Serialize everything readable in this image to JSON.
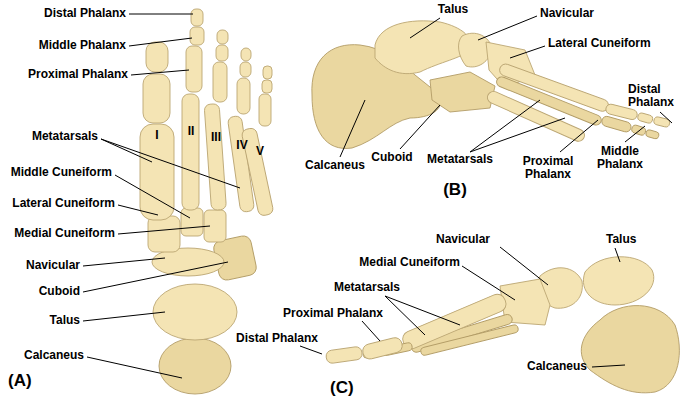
{
  "diagram": {
    "labels": [
      "Distal Phalanx",
      "Middle Phalanx",
      "Proximal Phalanx",
      "I",
      "II",
      "III",
      "IV",
      "V",
      "Metatarsals",
      "Middle Cuneiform",
      "Lateral Cuneiform",
      "Medial Cuneiform",
      "Navicular",
      "Cuboid",
      "Talus",
      "Calcaneus",
      "(A)",
      "Talus",
      "Navicular",
      "Lateral Cuneiform",
      "Distal Phalanx",
      "Cuboid",
      "Calcaneus",
      "Metatarsals",
      "Proximal Phalanx",
      "Middle Phalanx",
      "(B)",
      "Navicular",
      "Talus",
      "Medial Cuneiform",
      "Metatarsals",
      "Proximal Phalanx",
      "Distal Phalanx",
      "Calcaneus",
      "(C)"
    ]
  }
}
